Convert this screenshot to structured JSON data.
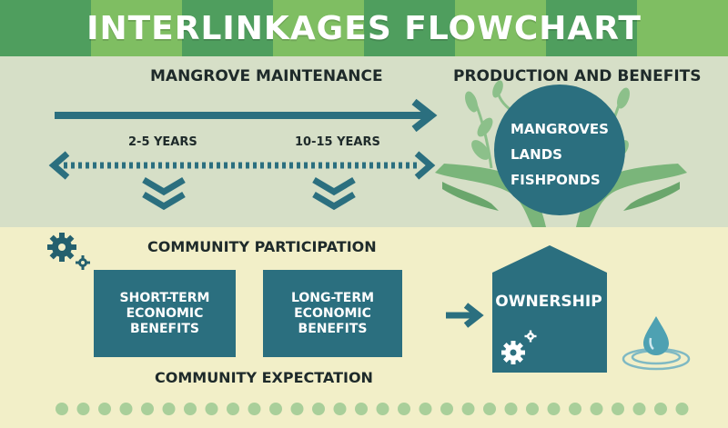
{
  "header": {
    "title": "INTERLINKAGES FLOWCHART",
    "stripe_colors": [
      "#4f9e5e",
      "#7fbe62",
      "#4f9e5e",
      "#7fbe62",
      "#4f9e5e",
      "#7fbe62",
      "#4f9e5e",
      "#7fbe62"
    ]
  },
  "top": {
    "mangrove_maintenance": "MANGROVE MAINTENANCE",
    "production_benefits": "PRODUCTION AND BENEFITS",
    "period_short": "2-5 YEARS",
    "period_long": "10-15 YEARS",
    "circle_items": [
      "MANGROVES",
      "LANDS",
      "FISHPONDS"
    ]
  },
  "bottom": {
    "community_participation": "COMMUNITY PARTICIPATION",
    "short_term": "SHORT-TERM ECONOMIC BENEFITS",
    "long_term": "LONG-TERM ECONOMIC BENEFITS",
    "ownership": "OWNERSHIP",
    "community_expectation": "COMMUNITY EXPECTATION"
  },
  "colors": {
    "teal": "#2b6f7f",
    "dark_teal": "#24606e",
    "leaf_green": "#7ab57a",
    "top_band": "#d6dfc7",
    "bottom_band": "#f2efc8",
    "dots": "#a9cf9a"
  }
}
